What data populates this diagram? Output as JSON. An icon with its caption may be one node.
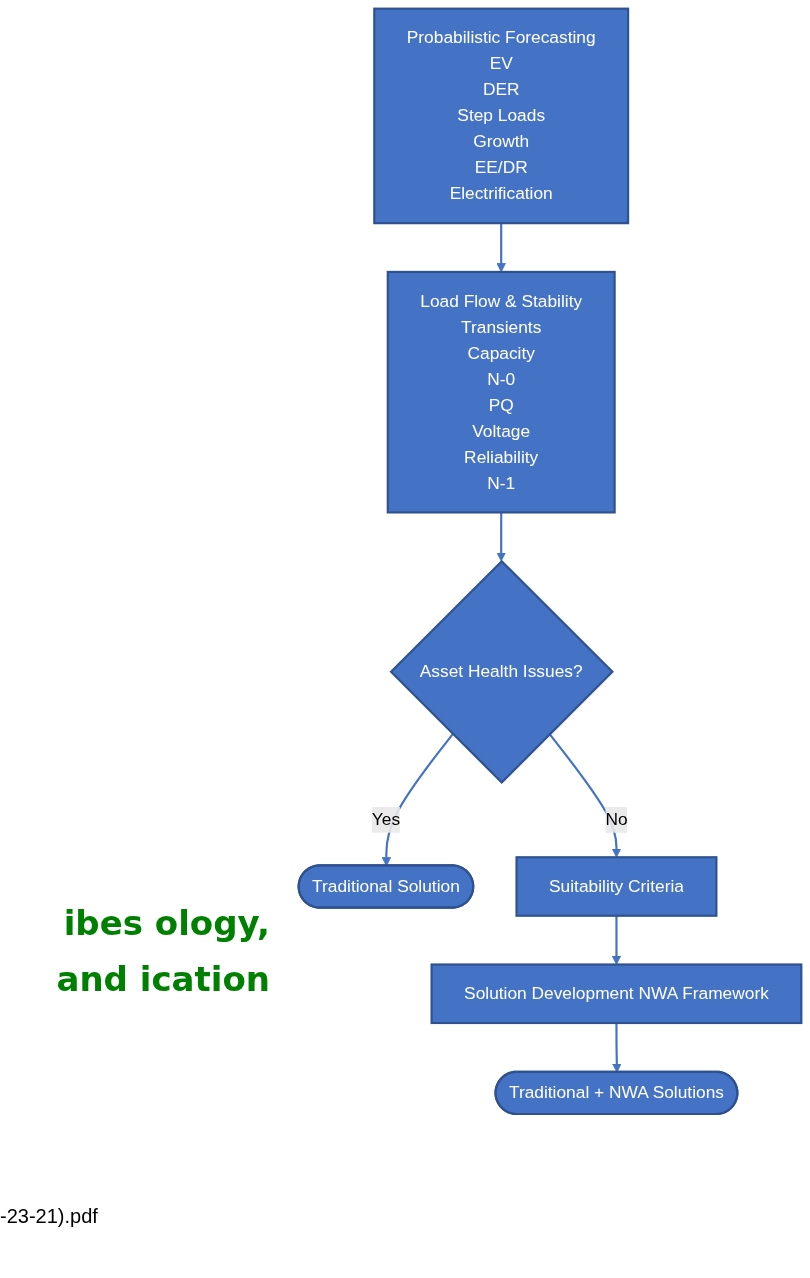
{
  "diagram": {
    "nodes": [
      {
        "text": [
          "Probabilistic Forecasting",
          "EV",
          "DER",
          "Step Loads",
          "Growth",
          "EE/DR",
          "Electrification"
        ]
      },
      {
        "text": [
          "Load Flow & Stability",
          "Transients",
          "Capacity",
          "N-0",
          "PQ",
          "Voltage",
          "Reliability",
          "N-1"
        ]
      },
      {
        "text": [
          "Asset Health Issues?"
        ]
      },
      {
        "text": [
          "Traditional Solution"
        ]
      },
      {
        "text": [
          "Suitability Criteria"
        ]
      },
      {
        "text": [
          "Solution Development NWA Framework"
        ]
      },
      {
        "text": [
          "Traditional + NWA Solutions"
        ]
      }
    ],
    "edges": [
      {
        "from": 0,
        "to": 1,
        "arrow": "to"
      },
      {
        "from": 1,
        "to": 2,
        "arrow": "to"
      },
      {
        "from": 2,
        "to": 3,
        "arrow": "to",
        "label": "Yes"
      },
      {
        "from": 2,
        "to": 4,
        "arrow": "to",
        "label": "No"
      },
      {
        "from": 4,
        "to": 5,
        "arrow": "to"
      },
      {
        "from": 5,
        "to": 6,
        "arrow": "to"
      }
    ],
    "labels": [
      "ibes ology, and ication",
      "-23-21).pdf"
    ]
  }
}
